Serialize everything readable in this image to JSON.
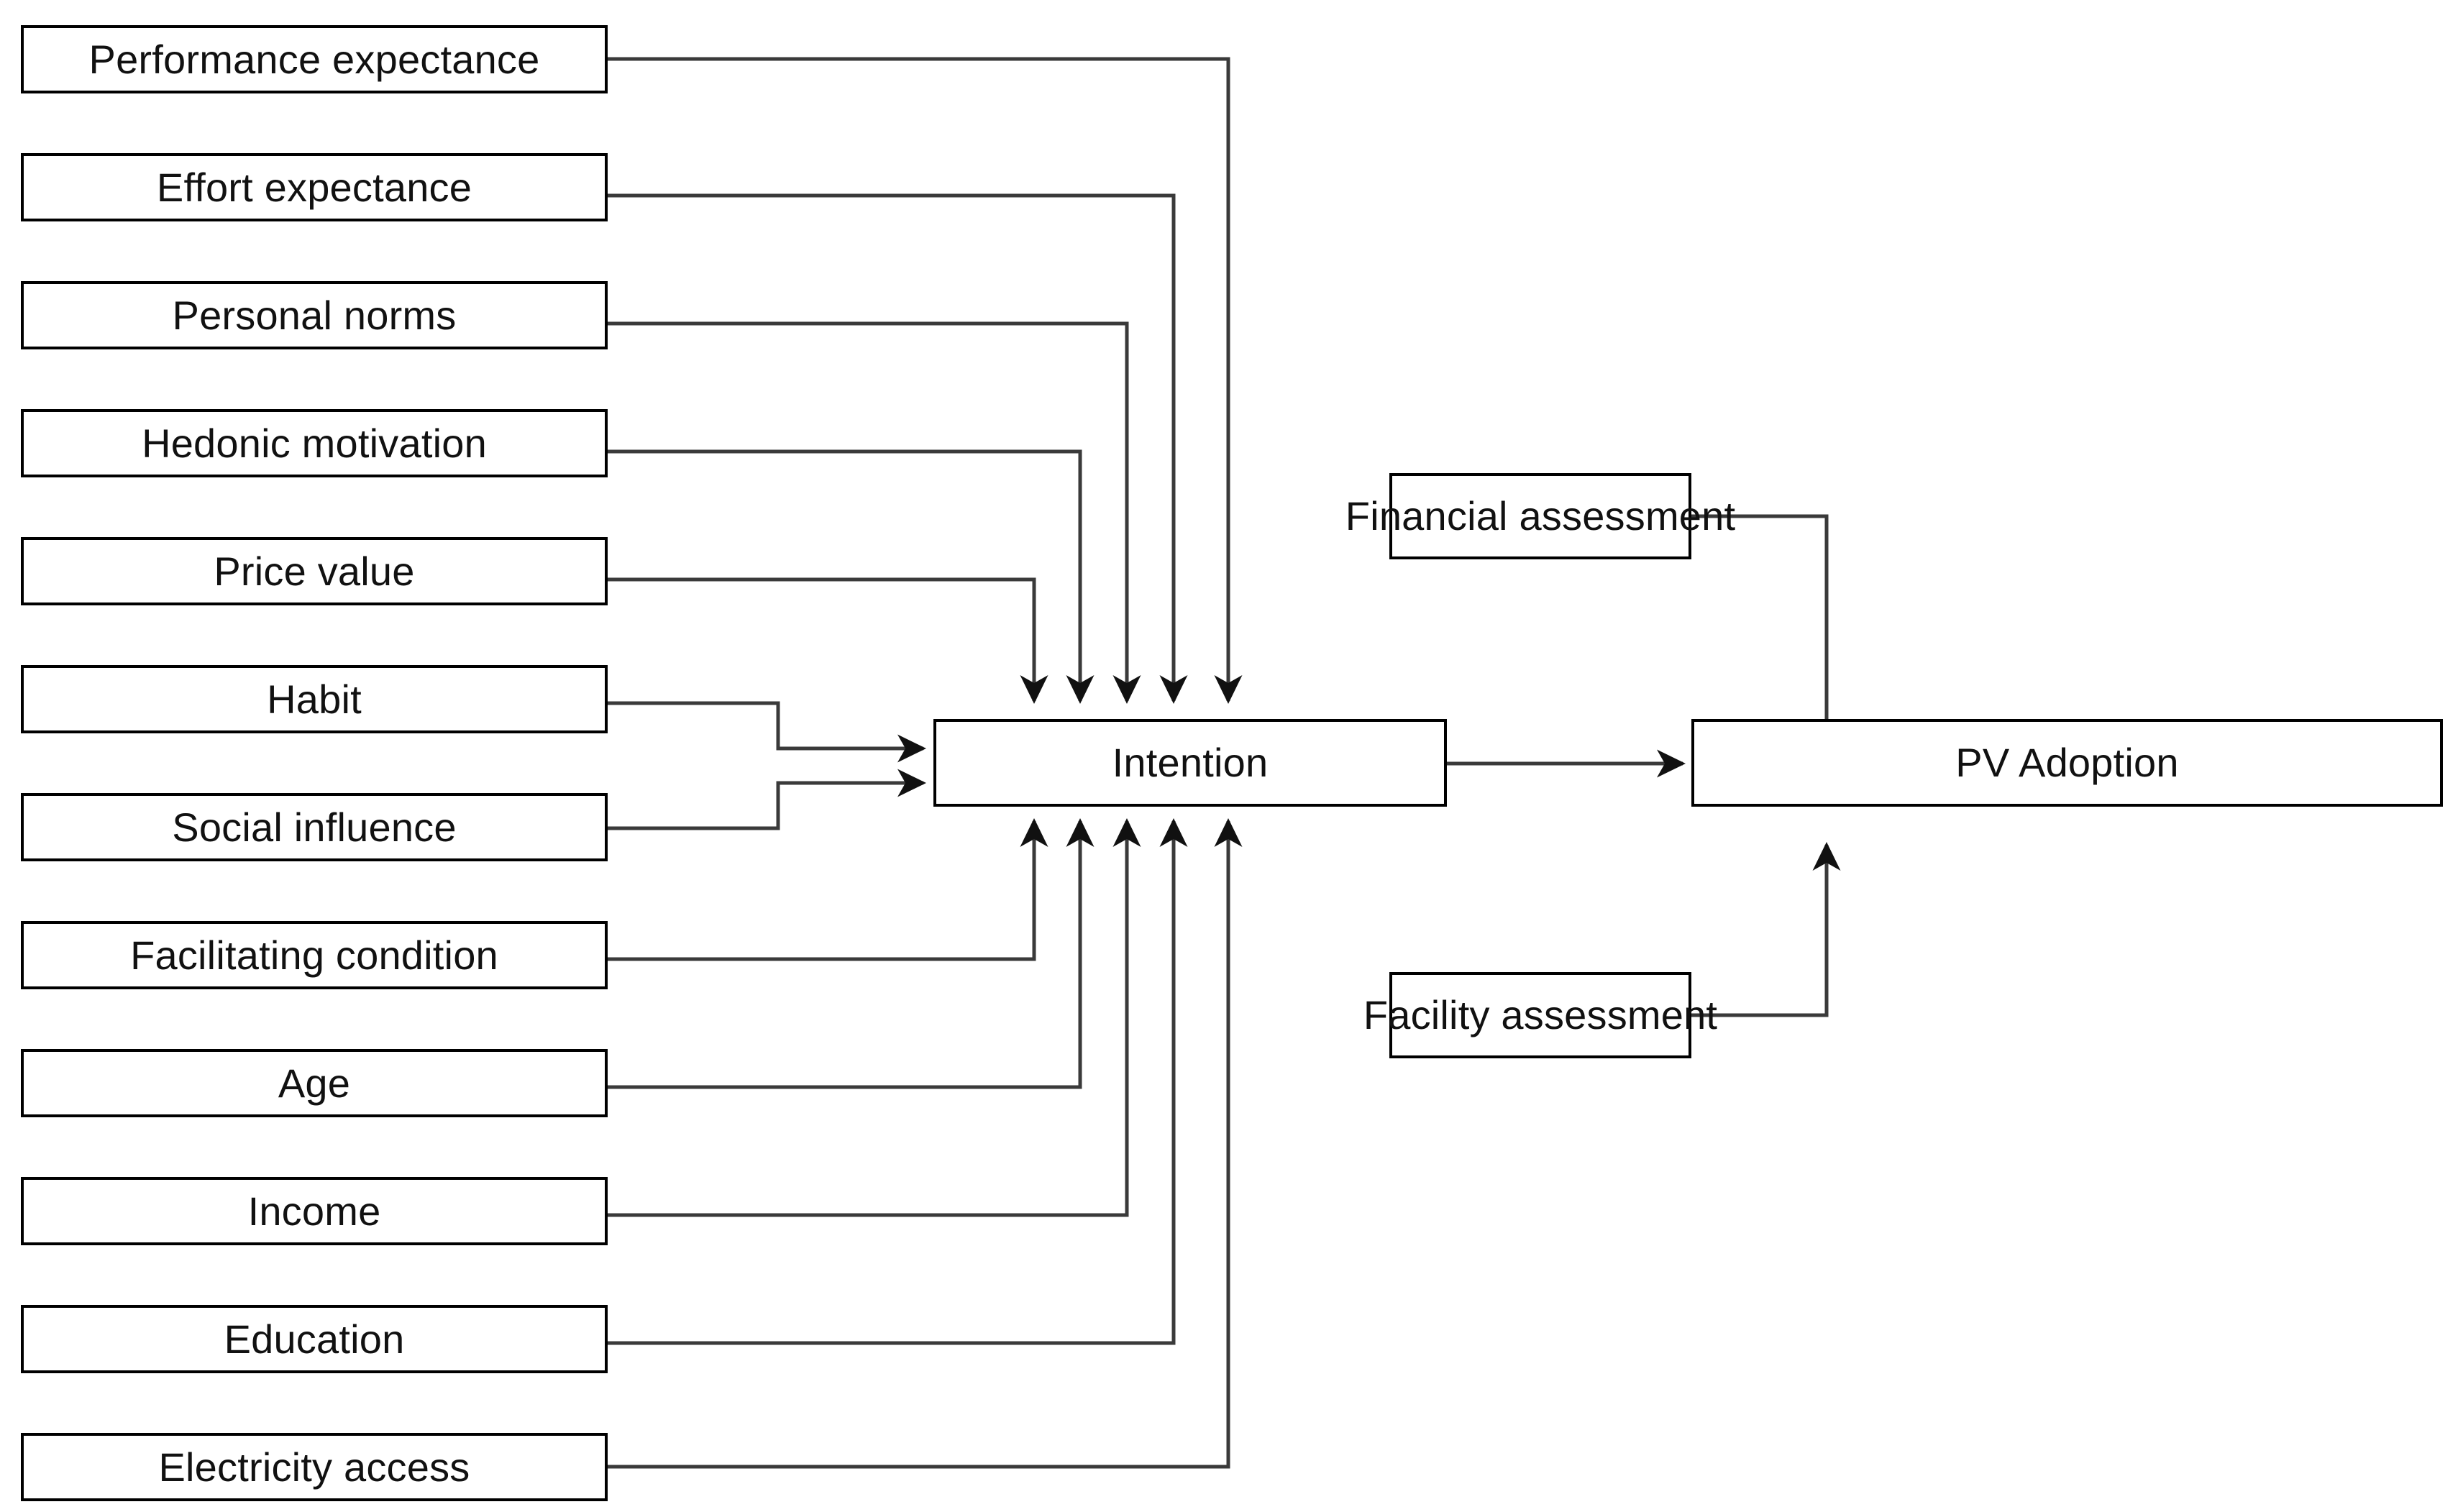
{
  "diagram": {
    "title": "PV adoption conceptual model",
    "type": "flow-diagram",
    "background_color": "#ffffff",
    "line_color": "#3a3a3a",
    "box_border_color": "#000000",
    "text_color": "#111111"
  },
  "predictors": [
    {
      "id": "performance-expectance",
      "label": "Performance expectance"
    },
    {
      "id": "effort-expectance",
      "label": "Effort expectance"
    },
    {
      "id": "personal-norms",
      "label": "Personal norms"
    },
    {
      "id": "hedonic-motivation",
      "label": "Hedonic motivation"
    },
    {
      "id": "price-value",
      "label": "Price value"
    },
    {
      "id": "habit",
      "label": "Habit"
    },
    {
      "id": "social-influence",
      "label": "Social influence"
    },
    {
      "id": "facilitating-condition",
      "label": "Facilitating condition"
    },
    {
      "id": "age",
      "label": "Age"
    },
    {
      "id": "income",
      "label": "Income"
    },
    {
      "id": "education",
      "label": "Education"
    },
    {
      "id": "electricity-access",
      "label": "Electricity access"
    }
  ],
  "core": {
    "intention": "Intention",
    "pv_adoption": "PV Adoption"
  },
  "assessments": [
    {
      "id": "financial-assessment",
      "label": "Financial assessment"
    },
    {
      "id": "facility-assessment",
      "label": "Facility assessment"
    }
  ],
  "edges": [
    {
      "from": "Performance expectance",
      "to": "Intention"
    },
    {
      "from": "Effort expectance",
      "to": "Intention"
    },
    {
      "from": "Personal norms",
      "to": "Intention"
    },
    {
      "from": "Hedonic motivation",
      "to": "Intention"
    },
    {
      "from": "Price value",
      "to": "Intention"
    },
    {
      "from": "Habit",
      "to": "Intention"
    },
    {
      "from": "Social influence",
      "to": "Intention"
    },
    {
      "from": "Facilitating condition",
      "to": "Intention"
    },
    {
      "from": "Age",
      "to": "Intention"
    },
    {
      "from": "Income",
      "to": "Intention"
    },
    {
      "from": "Education",
      "to": "Intention"
    },
    {
      "from": "Electricity access",
      "to": "Intention"
    },
    {
      "from": "Intention",
      "to": "PV Adoption"
    },
    {
      "from": "Financial assessment",
      "to": "PV Adoption"
    },
    {
      "from": "Facility assessment",
      "to": "PV Adoption"
    }
  ]
}
